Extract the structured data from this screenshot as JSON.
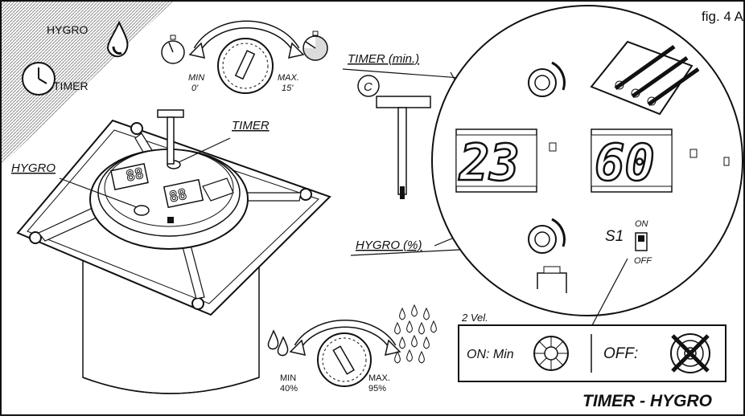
{
  "figure": {
    "fig_label": "fig. 4 A",
    "title": "TIMER - HYGRO"
  },
  "corner_legend": {
    "hygro": "HYGRO",
    "timer": "TIMER"
  },
  "timer_dial": {
    "min_label": "MIN",
    "min_value": "0'",
    "max_label": "MAX.",
    "max_value": "15'"
  },
  "hygro_dial": {
    "min_label": "MIN",
    "min_value": "40%",
    "max_label": "MAX.",
    "max_value": "95%"
  },
  "callouts": {
    "timer_min": "TIMER (min.)",
    "hygro_pct": "HYGRO (%)",
    "timer_fan": "TIMER",
    "hygro_fan": "HYGRO",
    "tool_letter": "C"
  },
  "displays": {
    "timer_value": "23",
    "hygro_value": "60",
    "small_left": "88",
    "small_right": "88"
  },
  "switch": {
    "name": "S1",
    "on": "ON",
    "off": "OFF"
  },
  "speed_box": {
    "heading": "2 Vel.",
    "on_label": "ON: Min",
    "off_label": "OFF:"
  }
}
